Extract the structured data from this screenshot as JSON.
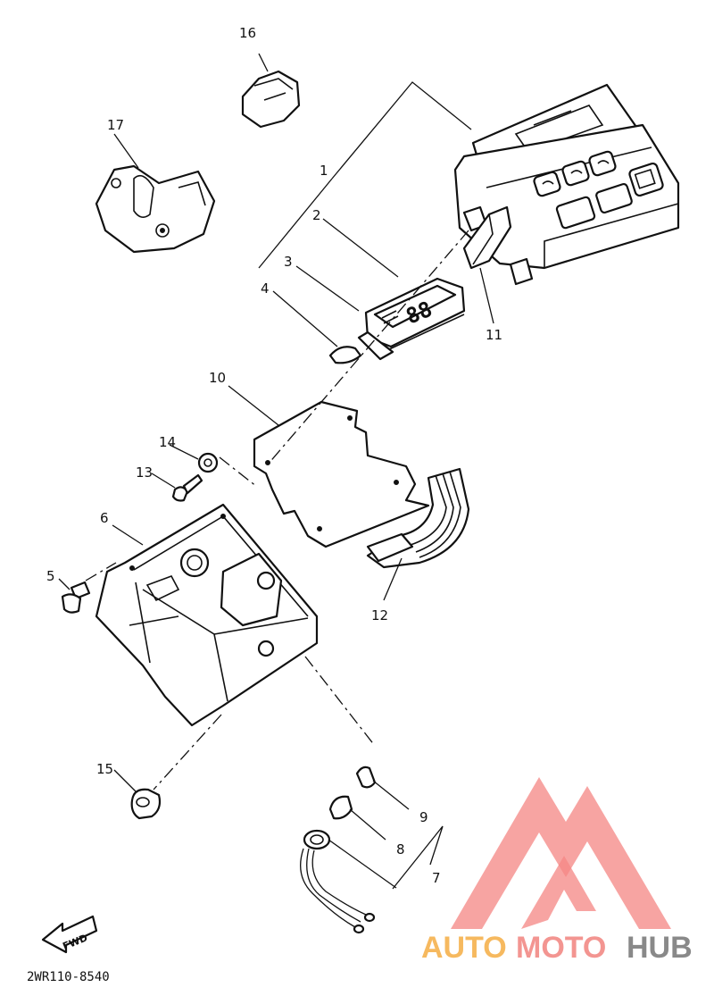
{
  "diagram": {
    "callouts": [
      "1",
      "2",
      "3",
      "4",
      "5",
      "6",
      "7",
      "8",
      "9",
      "10",
      "11",
      "12",
      "13",
      "14",
      "15",
      "16",
      "17"
    ],
    "part_code": "2WR110-8540",
    "fwd_label": "FWD",
    "watermark": {
      "part1": "AUTO",
      "part2": "MOTO",
      "part3": "HUB",
      "colors": {
        "auto": "#f6b24e",
        "moto": "#f28a86",
        "hub": "#7d7d7d",
        "triangle": "#f47a77"
      }
    }
  }
}
